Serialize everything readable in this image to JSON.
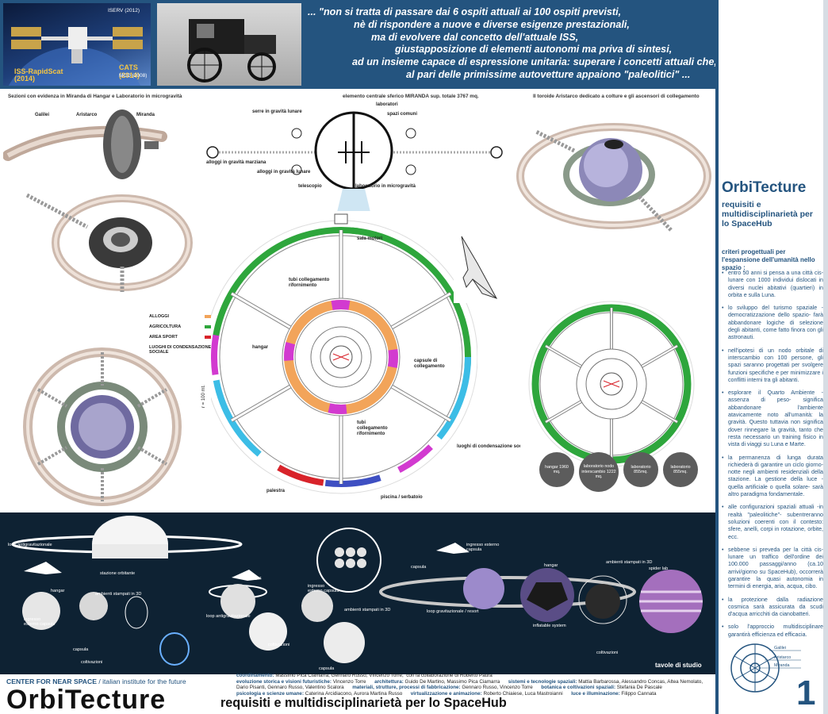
{
  "header": {
    "iss_labels": [
      "ISERV (2012)",
      "ISS-RapidScat (2014)",
      "CATS (2014)",
      "MCD (2008)"
    ],
    "quote_lines": [
      "... \"non si tratta di passare dai 6 ospiti attuali ai 100 ospiti previsti,",
      "nè di rispondere a nuove e diverse esigenze prestazionali,",
      "ma di evolvere dal concetto dell'attuale ISS,",
      "giustapposizione di elementi autonomi ma priva di sintesi,",
      "ad un insieme capace di espressione unitaria: superare i concetti attuali che,",
      "al pari delle primissime autovetture appaiono \"paleolitici\" ..."
    ]
  },
  "sections": {
    "left": "Sezioni con evidenza in Miranda di Hangar e Laboratorio in microgravità",
    "center": "elemento centrale sferico MIRANDA sup. totale 3767 mq.",
    "right": "Il toroide Aristarco dedicato a colture e gli ascensori di collegamento"
  },
  "left_labels": {
    "galilei": "Galilei",
    "aristarco": "Aristarco",
    "miranda": "Miranda"
  },
  "miranda_labels": {
    "serre": "serre in gravità lunare",
    "laboratori": "laboratori",
    "spazi_comuni": "spazi comuni",
    "alloggi_marziana": "alloggi in gravità marziana",
    "alloggi_lunare": "alloggi in gravità lunare",
    "telescopio": "telescopio",
    "lab_micro": "laboratorio in microgravità"
  },
  "plan_labels": {
    "sala_motori": "sala motori",
    "tubi1": "tubi collegamento rifornimento",
    "hangar": "hangar",
    "capsule": "capsule di collegamento",
    "tubi2": "tubi collegamento rifornimento",
    "luoghi": "luoghi di condensazione sociale",
    "palestra": "palestra",
    "piscina": "piscina / serbatoio",
    "radius": "r = 100 mt."
  },
  "legend": [
    {
      "label": "ALLOGGI",
      "color": "#f2a45a"
    },
    {
      "label": "AGRICOLTURA",
      "color": "#2ea63c"
    },
    {
      "label": "AREA SPORT",
      "color": "#d8232a"
    },
    {
      "label": "LUOGHI DI CONDENSAZIONE SOCIALE",
      "color": "#d23ad0"
    }
  ],
  "dots": [
    "hangar 1960 mq.",
    "laboratorio nodo interscambio 1222 mq.",
    "laboratorio 855mq.",
    "laboratorio 855mq."
  ],
  "dark_labels": {
    "loop": "loop antigravitazionale",
    "stazione": "stazione orbitante",
    "hangar1": "hangar",
    "ingresso1": "ingresso esterno capsule",
    "ambienti1": "ambienti stampati in 3D",
    "capsula1": "capsula",
    "coltivazioni1": "coltivazioni",
    "hangar2": "hangar",
    "loop2": "loop antigravitazionale",
    "ingresso2": "ingresso esterno capsula",
    "coltivazioni2": "coltivazioni",
    "ambienti2": "ambienti stampati in 3D",
    "capsula2": "capsula",
    "capsula3": "capsula",
    "ingresso3": "ingresso esterno capsula",
    "hangar3": "hangar",
    "loop3": "loop gravitazionale / resort",
    "inflatable": "inflatable system",
    "ambienti3": "ambienti stampati in 3D",
    "spider": "spider lab",
    "coltivazioni3": "coltivazioni",
    "tavole": "tavole di studio"
  },
  "footer": {
    "center": "CENTER FOR NEAR SPACE",
    "institute": " / italian institute for the future",
    "title": "OrbiTecture",
    "subtitle": "requisiti e multidisciplinarietà per lo SpaceHub",
    "credits": [
      [
        [
          "coordinamento:",
          " Massimo Pica Ciamarra, Gennaro Russo, Vincenzo Torre,  con la collaborazione di Roberto Paura"
        ]
      ],
      [
        [
          "evoluzione storica e visioni futuristiche:",
          " Vincenzo Torre      "
        ],
        [
          "architettura:",
          " Guido De Martino, Massimo Pica Ciamarra      "
        ],
        [
          "sistemi e tecnologie spaziali:",
          " Mattia Barbarossa, Alessandro Concas, Altea Nemolato,"
        ]
      ],
      [
        [
          "",
          "Dario Pisanti, Gennaro Russo, Valentino Scalora      "
        ],
        [
          "materiali, strutture, processi di fabbricazione:",
          " Gennaro Russo, Vincenzo Torre      "
        ],
        [
          "botanica e coltivazioni spaziali:",
          " Stefania De Pascale"
        ]
      ],
      [
        [
          "psicologia e scienze umane:",
          " Caterina Arcidiacono, Aurora Martina Russo      "
        ],
        [
          "virtualizzazione e animazione:",
          " Roberto Chiaiese, Luca Mastroianni      "
        ],
        [
          "luce e illuminazione:",
          " Filippo Cannata"
        ]
      ]
    ]
  },
  "right": {
    "title": "OrbiTecture",
    "subtitle": "requisiti e multidisciplinarietà per lo SpaceHub",
    "criteria": "criteri progettuali per l'espansione dell'umanità nello spazio :",
    "items": [
      "entro 50 anni si pensa a una città cis-lunare con 1000 individui dislocati in diversi nuclei abitativi (quartieri) in orbita e sulla Luna.",
      "lo sviluppo del turismo spaziale -democratizzazione dello spazio- farà abbandonare logiche di selezione degli abitanti, come fatto finora con gli astronauti.",
      "nell'ipotesi di un nodo orbitale di interscambio con 100 persone, gli spazi saranno progettati per svolgere funzioni specifiche e per minimizzare i conflitti interni tra gli abitanti.",
      "esplorare il Quarto Ambiente -assenza di peso- significa abbandonare l'ambiente atavicamente noto all'umanità: la gravità. Questo tuttavia non significa dover rinnegare la gravità, tanto che resta necessario un training fisico in vista di viaggi su Luna e Marte.",
      "la permanenza di lunga durata richiederà di garantire un ciclo giorno-notte negli ambienti residenziali della stazione. La gestione della luce -quella artificiale o quella solare- sarà altro paradigma fondamentale.",
      "alle configurazioni spaziali attuali -in realtà \"paleolitiche\"- subentreranno soluzioni coerenti con il contesto: sfere, anelli, corpi in rotazione, orbite, ecc.",
      "sebbene si preveda per la città cis-lunare un traffico dell'ordine dei 100.000 passaggi/anno (ca.10 arrivi/giorno su SpaceHub), occorrerà garantire la quasi autonomia in termini di energia, aria, acqua, cibo.",
      "la protezione dalla radiazione cosmica sarà assicurata da scudi d'acqua arricchiti da cianobatteri.",
      "solo l'approccio multidisciplinare garantirà efficienza ed efficacia."
    ],
    "logo_labels": [
      "Galilei",
      "Aristarco",
      "Miranda"
    ],
    "page_number": "1"
  }
}
